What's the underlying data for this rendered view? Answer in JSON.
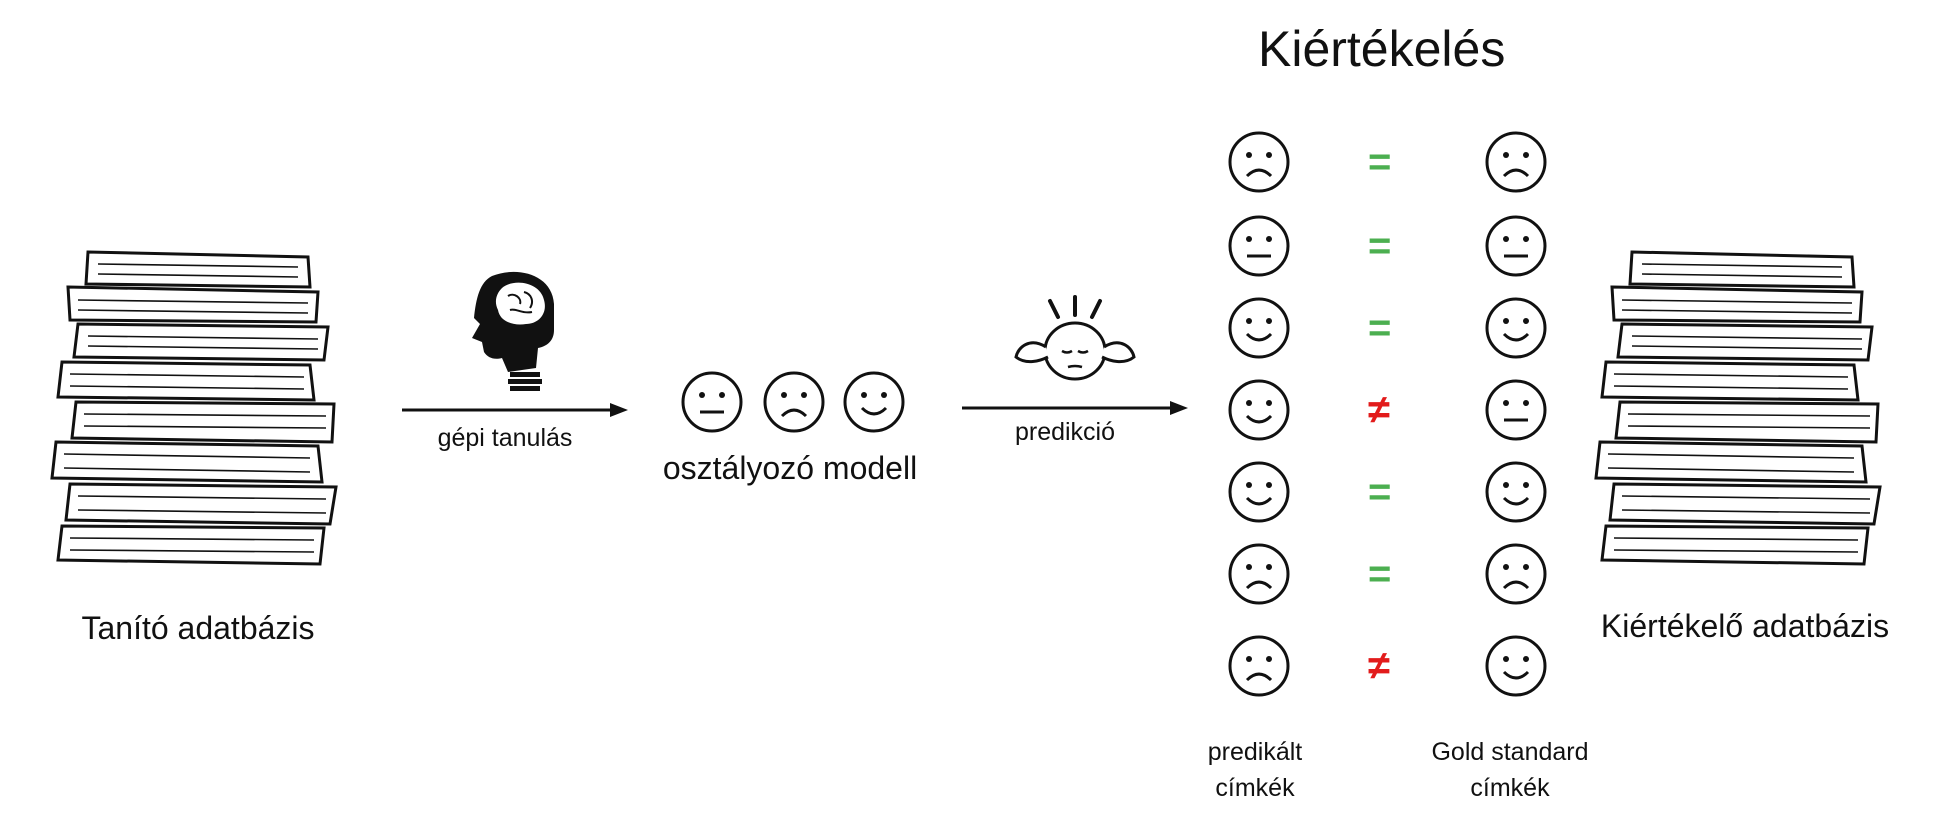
{
  "title": "Kiértékelés",
  "training_db_label": "Tanító adatbázis",
  "eval_db_label": "Kiértékelő adatbázis",
  "learning_label": "gépi tanulás",
  "model_label": "osztályozó modell",
  "prediction_label": "predikció",
  "predicted_labels_caption": [
    "predikált",
    "címkék"
  ],
  "gold_labels_caption": [
    "Gold standard",
    "címkék"
  ],
  "model_faces": [
    "neutral",
    "sad",
    "happy"
  ],
  "comparison_rows": [
    {
      "predicted": "sad",
      "relation": "=",
      "gold": "sad"
    },
    {
      "predicted": "neutral",
      "relation": "=",
      "gold": "neutral"
    },
    {
      "predicted": "happy",
      "relation": "=",
      "gold": "happy"
    },
    {
      "predicted": "happy",
      "relation": "≠",
      "gold": "neutral"
    },
    {
      "predicted": "happy",
      "relation": "=",
      "gold": "happy"
    },
    {
      "predicted": "sad",
      "relation": "=",
      "gold": "sad"
    },
    {
      "predicted": "sad",
      "relation": "≠",
      "gold": "happy"
    }
  ],
  "colors": {
    "equal": "#4caf50",
    "not_equal": "#e21b1b"
  },
  "icons": [
    "paper-stack-icon",
    "brain-head-icon",
    "thinking-head-icon",
    "arrow-icon",
    "smiley-icon"
  ]
}
